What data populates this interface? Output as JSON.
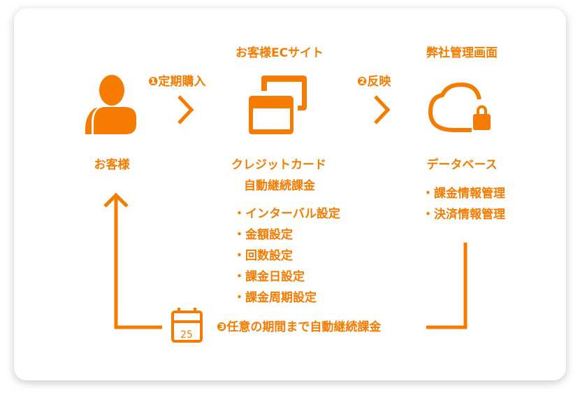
{
  "colors": {
    "accent": "#f57c00"
  },
  "headers": {
    "ec_site": "お客様ECサイト",
    "admin": "弊社管理画面"
  },
  "steps": {
    "step1": "❶定期購入",
    "step2": "❷反映",
    "step3": "❸任意の期間まで自動継続課金"
  },
  "nodes": {
    "customer": {
      "label": "お客様",
      "icon": "person-icon"
    },
    "credit": {
      "label": "クレジットカード",
      "sublabel": "自動継続課金",
      "icon": "cards-icon",
      "items": [
        "・インターバル設定",
        "・金額設定",
        "・回数設定",
        "・課金日設定",
        "・課金周期設定"
      ]
    },
    "database": {
      "label": "データベース",
      "icon": "cloud-lock-icon",
      "items": [
        "・課金情報管理",
        "・決済情報管理"
      ]
    }
  },
  "calendar": {
    "day": "25",
    "icon": "calendar-icon"
  }
}
